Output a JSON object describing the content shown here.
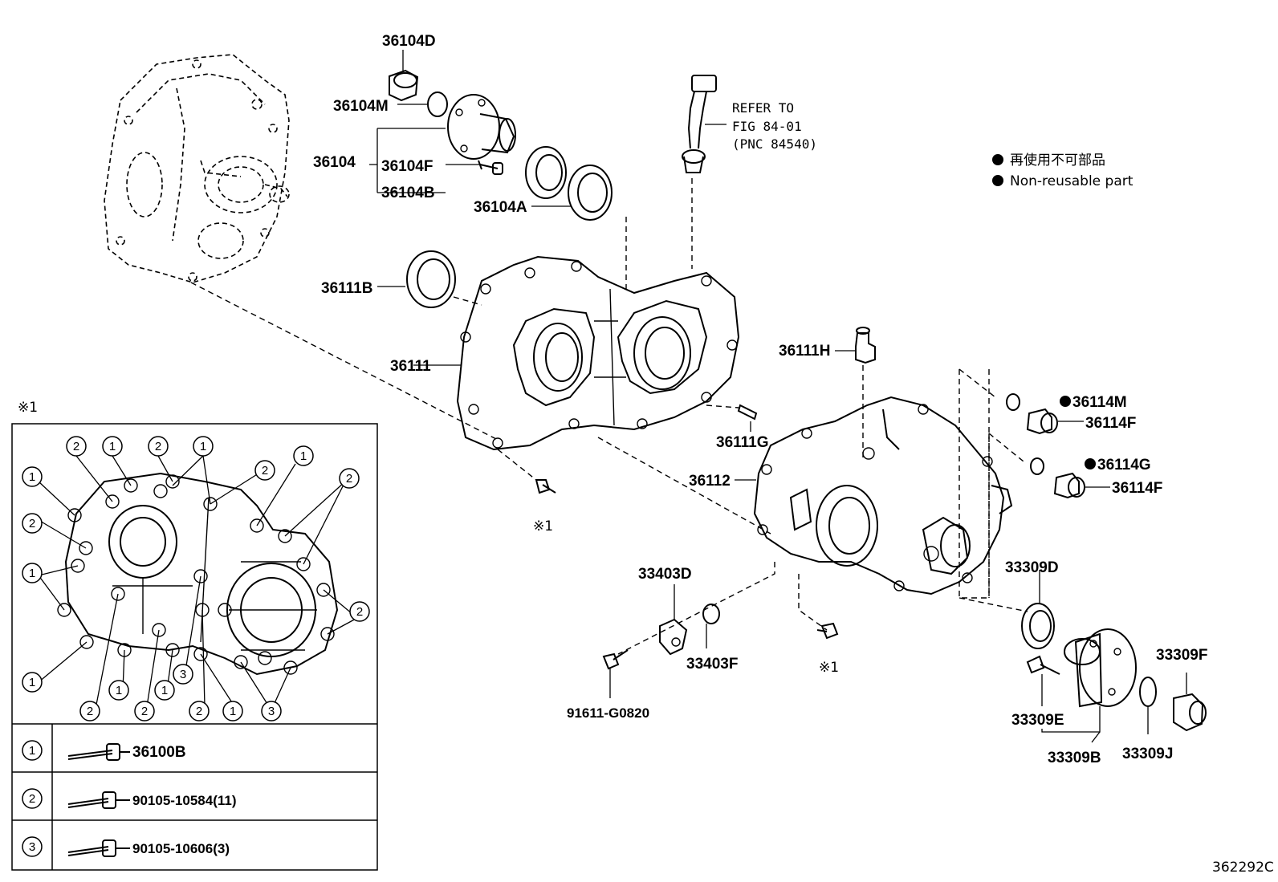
{
  "parts": {
    "p36104D": "36104D",
    "p36104M": "36104M",
    "p36104": "36104",
    "p36104F": "36104F",
    "p36104B": "36104B",
    "p36104A": "36104A",
    "p36111B": "36111B",
    "p36111": "36111",
    "p36111H": "36111H",
    "p36111G": "36111G",
    "p36112": "36112",
    "p36114M": "36114M",
    "p36114F_a": "36114F",
    "p36114G": "36114G",
    "p36114F_b": "36114F",
    "p33403D": "33403D",
    "p33403F": "33403F",
    "p91611": "91611-G0820",
    "p33309D": "33309D",
    "p33309F": "33309F",
    "p33309E": "33309E",
    "p33309B": "33309B",
    "p33309J": "33309J"
  },
  "refer": {
    "line1": "REFER TO",
    "line2": "FIG 84-01",
    "line3": "(PNC 84540)"
  },
  "legend": {
    "jp": "再使用不可部品",
    "en": "Non-reusable part"
  },
  "notes": {
    "mark": "※1",
    "mark_a": "※1",
    "mark_b": "※1"
  },
  "bolt_table": {
    "rows": [
      {
        "num": "1",
        "part": "36100B"
      },
      {
        "num": "2",
        "part": "90105-10584(11)"
      },
      {
        "num": "3",
        "part": "90105-10606(3)"
      }
    ]
  },
  "ref_code": "362292C"
}
